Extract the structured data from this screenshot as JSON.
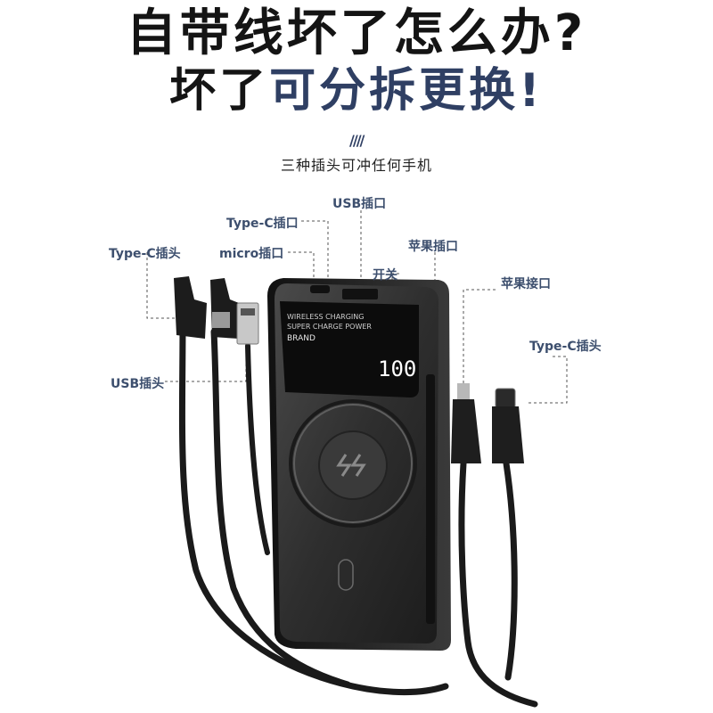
{
  "headline": {
    "line1": "自带线坏了怎么办?",
    "line2_prefix": "坏了",
    "line2_accent": "可分拆更换!"
  },
  "subtitle": {
    "slashes": "////",
    "text": "三种插头可冲任何手机"
  },
  "callouts": {
    "usb_port": "USB插口",
    "typec_port": "Type-C插口",
    "micro_port": "micro插口",
    "typec_plug_left": "Type-C插头",
    "usb_plug": "USB插头",
    "switch": "开关",
    "apple_port": "苹果插口",
    "apple_connector": "苹果接口",
    "typec_plug_right": "Type-C插头"
  },
  "device_screen": {
    "line1": "WIRELESS CHARGING",
    "line2": "SUPER CHARGE POWER",
    "line3": "BRAND",
    "readout": "100"
  },
  "colors": {
    "accent": "#2f3f63",
    "label": "#3d4f6e",
    "device": "#2c2c2c"
  }
}
